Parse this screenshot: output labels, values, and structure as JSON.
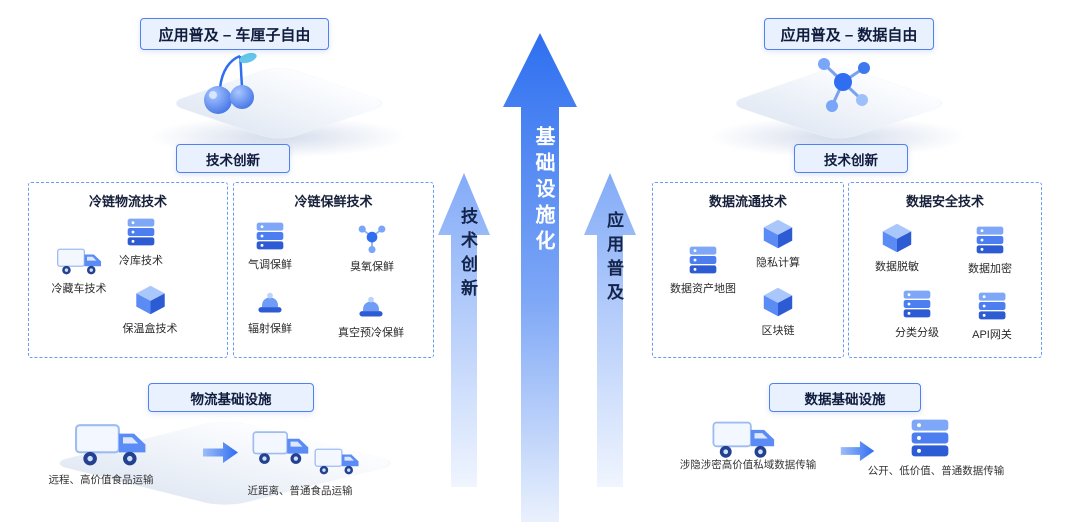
{
  "left": {
    "app_label": "应用普及 – 车厘子自由",
    "tech_label": "技术创新",
    "logistics_box": {
      "title": "冷链物流技术",
      "items": [
        {
          "label": "冷库技术",
          "icon": "stack"
        },
        {
          "label": "冷藏车技术",
          "icon": "truck"
        },
        {
          "label": "保温盒技术",
          "icon": "cube"
        }
      ]
    },
    "preservation_box": {
      "title": "冷链保鲜技术",
      "items": [
        {
          "label": "气调保鲜",
          "icon": "stack"
        },
        {
          "label": "臭氧保鲜",
          "icon": "atom"
        },
        {
          "label": "辐射保鲜",
          "icon": "flask"
        },
        {
          "label": "真空预冷保鲜",
          "icon": "flask"
        }
      ]
    },
    "infra_label": "物流基础设施",
    "flow": {
      "from_caption": "远程、高价值食品运输",
      "to_caption": "近距离、普通食品运输"
    }
  },
  "center": {
    "left_arrow_label": "技术创新",
    "main_arrow_label": "基础设施化",
    "right_arrow_label": "应用普及"
  },
  "right": {
    "app_label": "应用普及 – 数据自由",
    "tech_label": "技术创新",
    "circulation_box": {
      "title": "数据流通技术",
      "items": [
        {
          "label": "数据资产地图",
          "icon": "stack"
        },
        {
          "label": "隐私计算",
          "icon": "cube"
        },
        {
          "label": "区块链",
          "icon": "cube"
        }
      ]
    },
    "security_box": {
      "title": "数据安全技术",
      "items": [
        {
          "label": "数据脱敏",
          "icon": "cube"
        },
        {
          "label": "数据加密",
          "icon": "stack"
        },
        {
          "label": "分类分级",
          "icon": "stack"
        },
        {
          "label": "API网关",
          "icon": "stack"
        }
      ]
    },
    "infra_label": "数据基础设施",
    "flow": {
      "from_caption": "涉隐涉密高价值私域数据传输",
      "to_caption": "公开、低价值、普通数据传输"
    }
  },
  "colors": {
    "accent": "#2f6ef0",
    "chip_border": "#4f82f0",
    "chip_fill": "#e9f1fe",
    "dashed_border": "#6a9af5",
    "text_dark": "#14234a"
  }
}
